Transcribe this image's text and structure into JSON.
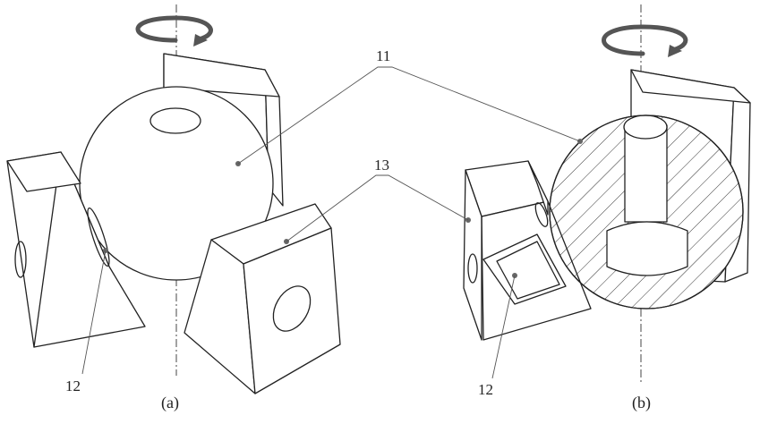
{
  "labels": {
    "l11": "11",
    "l13": "13",
    "l12a": "12",
    "l12b": "12"
  },
  "captions": {
    "a": "(a)",
    "b": "(b)"
  },
  "colors": {
    "line": "#222222",
    "leader": "#555555",
    "arrow": "#666666",
    "background": "#ffffff"
  }
}
